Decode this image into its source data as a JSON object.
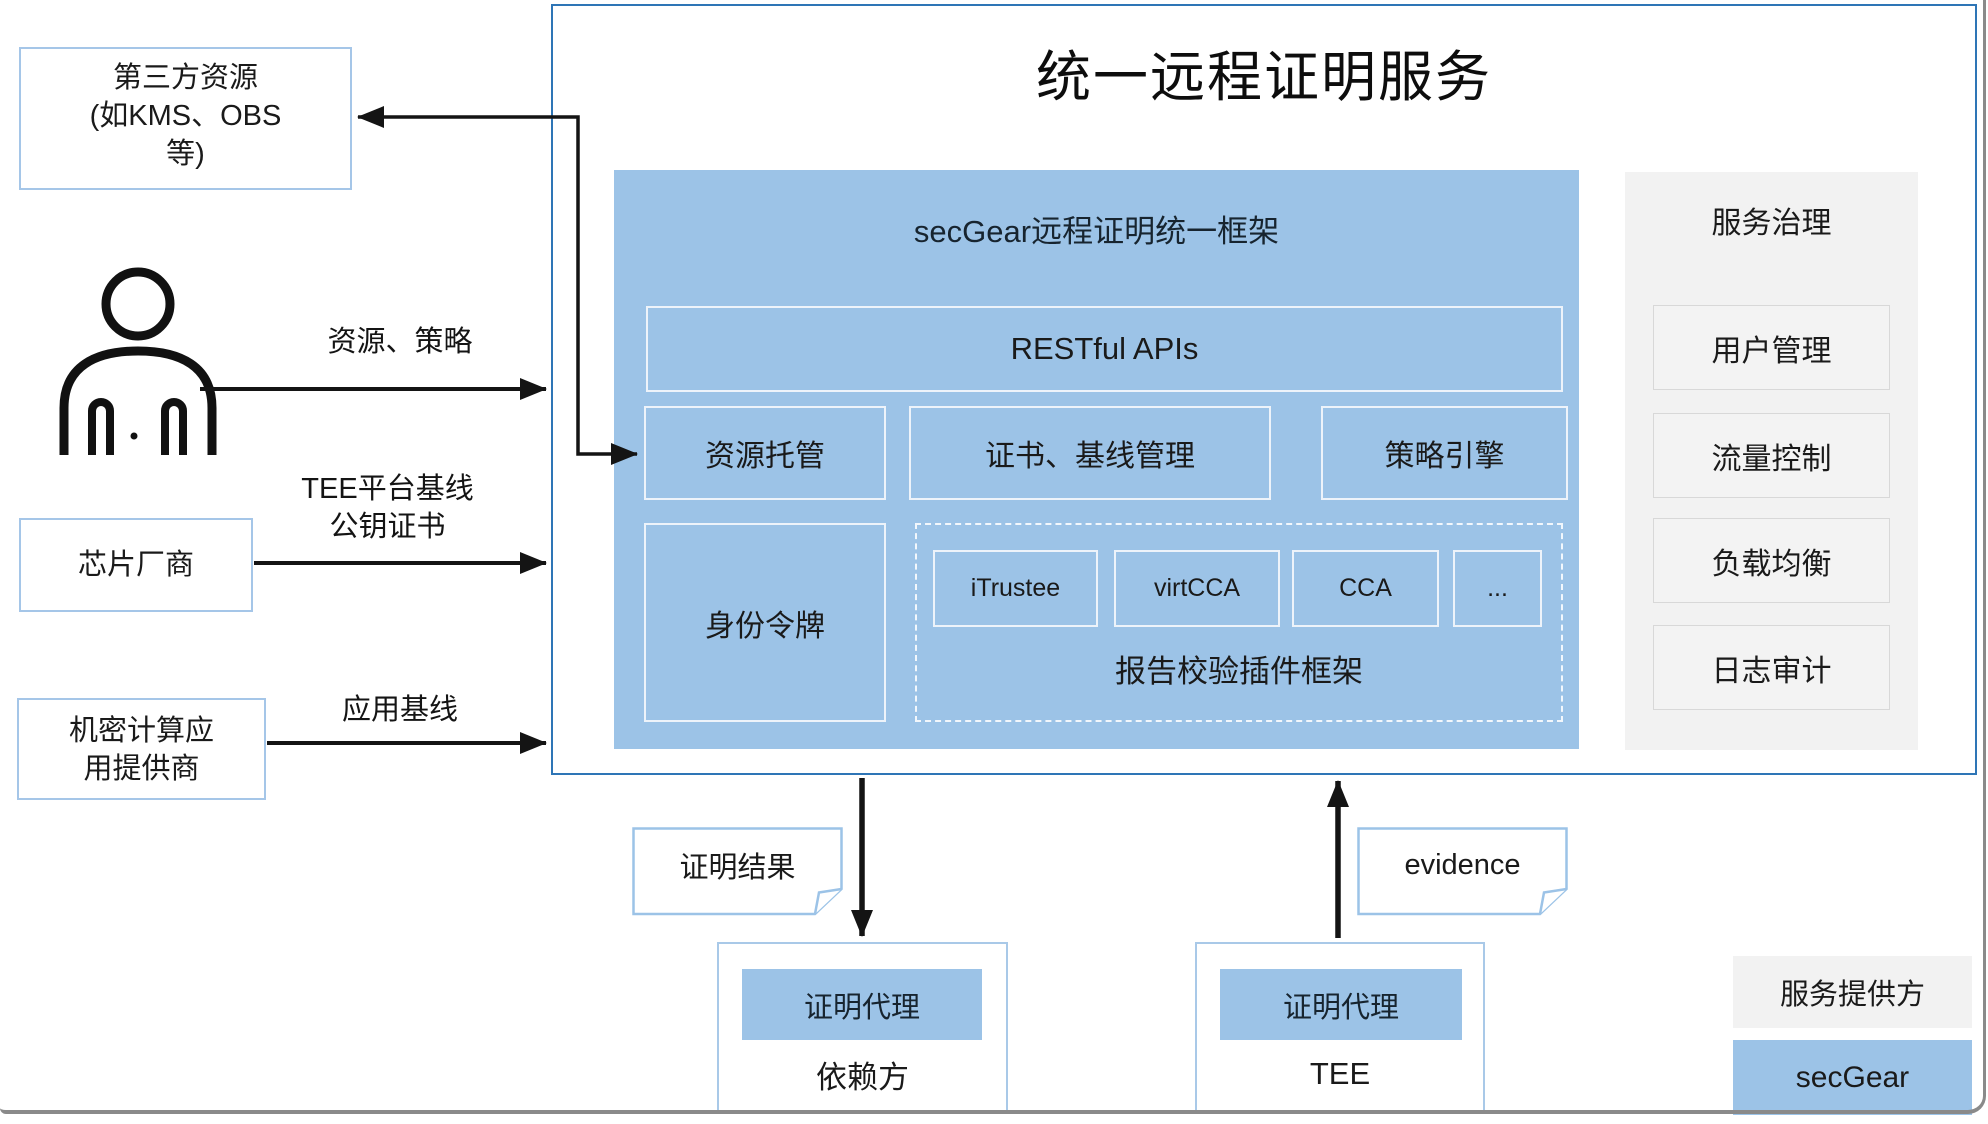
{
  "colors": {
    "blue_fill": "#9CC3E7",
    "main_border": "#2E75B6",
    "light_blue_border": "#A5C6E8",
    "gray_fill": "#F2F2F2",
    "arrow": "#141414"
  },
  "main": {
    "title": "统一远程证明服务",
    "framework": {
      "title": "secGear远程证明统一框架",
      "api": "RESTful APIs",
      "resource_hosting": "资源托管",
      "cert_baseline": "证书、基线管理",
      "policy_engine": "策略引擎",
      "identity_token": "身份令牌",
      "plugin_label": "报告校验插件框架",
      "plugins": [
        "iTrustee",
        "virtCCA",
        "CCA",
        "..."
      ]
    },
    "governance": {
      "title": "服务治理",
      "items": [
        "用户管理",
        "流量控制",
        "负载均衡",
        "日志审计"
      ]
    }
  },
  "left": {
    "third_party": {
      "line1": "第三方资源",
      "line2": "(如KMS、OBS",
      "line3": "等)"
    },
    "user_arrow_label": "资源、策略",
    "chip_vendor": "芯片厂商",
    "chip_arrow_label": {
      "line1": "TEE平台基线",
      "line2": "公钥证书"
    },
    "app_provider": {
      "line1": "机密计算应",
      "line2": "用提供商"
    },
    "app_arrow_label": "应用基线"
  },
  "bottom": {
    "result_note": "证明结果",
    "evidence_note": "evidence",
    "relying": {
      "agent": "证明代理",
      "host": "依赖方"
    },
    "tee": {
      "agent": "证明代理",
      "host": "TEE"
    }
  },
  "legend": {
    "provider": "服务提供方",
    "secgear": "secGear"
  }
}
